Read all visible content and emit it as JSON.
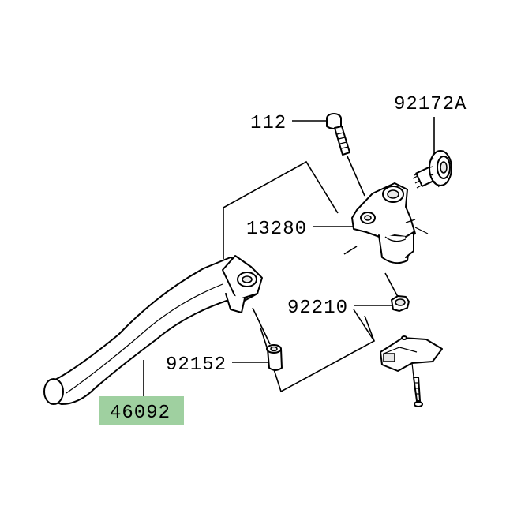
{
  "callouts": {
    "p112": "112",
    "p92172A": "92172A",
    "p13280": "13280",
    "p92210": "92210",
    "p92152": "92152",
    "p46092": "46092"
  },
  "colors": {
    "highlight": "#9fd0a0",
    "line": "#000000",
    "background": "#ffffff"
  }
}
